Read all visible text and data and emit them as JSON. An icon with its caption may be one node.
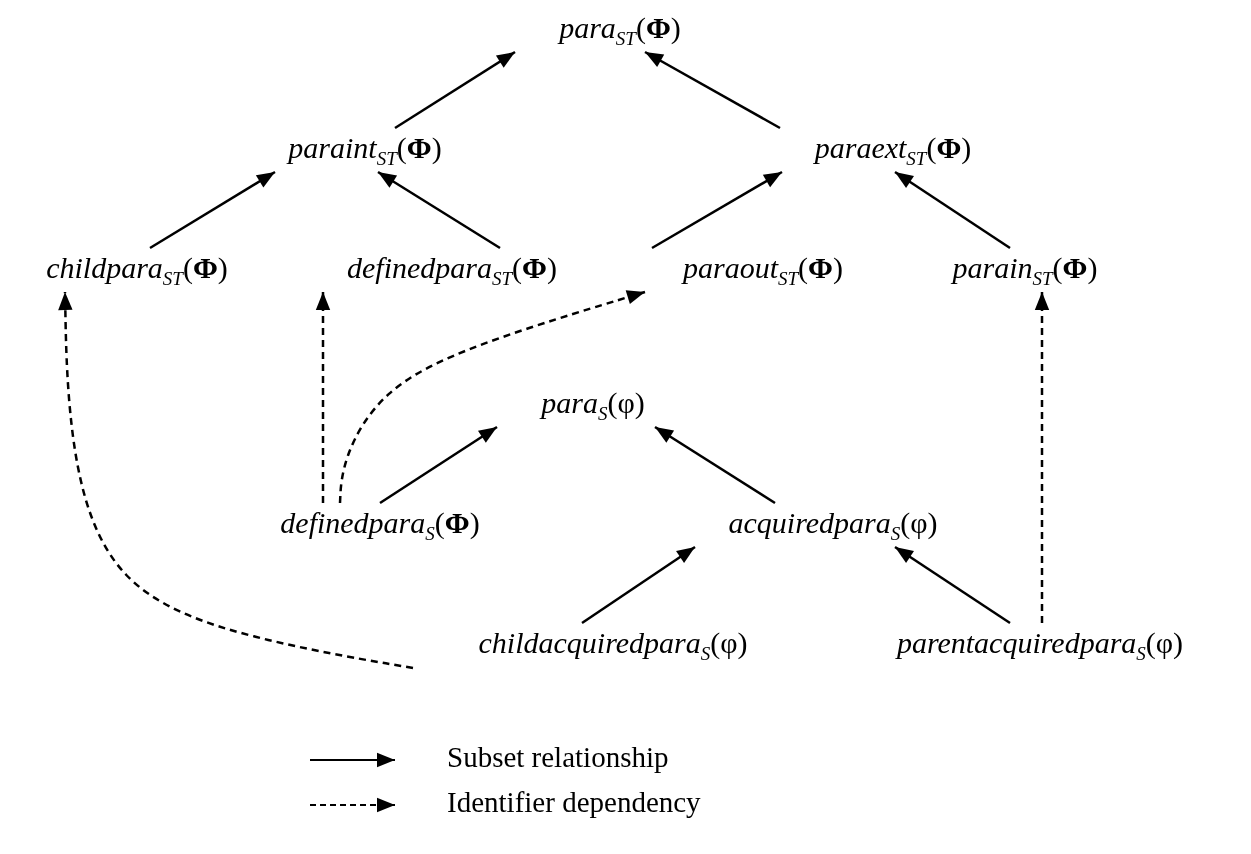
{
  "diagram": {
    "nodes": [
      {
        "text": [
          "*para*$_{ST}$(**Φ**)"
        ]
      },
      {
        "text": [
          "*paraint*$_{ST}$(**Φ**)"
        ]
      },
      {
        "text": [
          "*paraext*$_{ST}$(**Φ**)"
        ]
      },
      {
        "text": [
          "*childpara*$_{ST}$(**Φ**)"
        ]
      },
      {
        "text": [
          "*definedpara*$_{ST}$(**Φ**)"
        ]
      },
      {
        "text": [
          "*paraout*$_{ST}$(**Φ**)"
        ]
      },
      {
        "text": [
          "*parain*$_{ST}$(**Φ**)"
        ]
      },
      {
        "text": [
          "*para*$_{S}$(φ)"
        ]
      },
      {
        "text": [
          "*definedpara*$_{S}$(**Φ**)"
        ]
      },
      {
        "text": [
          "*acquiredpara*$_{S}$(φ)"
        ]
      },
      {
        "text": [
          "*childacquiredpara*$_{S}$(φ)"
        ]
      },
      {
        "text": [
          "*parentacquiredpara*$_{S}$(φ)"
        ]
      }
    ],
    "edges": [
      {
        "from": 1,
        "to": 0,
        "arrow": "to"
      },
      {
        "from": 2,
        "to": 0,
        "arrow": "to"
      },
      {
        "from": 3,
        "to": 1,
        "arrow": "to"
      },
      {
        "from": 4,
        "to": 1,
        "arrow": "to"
      },
      {
        "from": 5,
        "to": 2,
        "arrow": "to"
      },
      {
        "from": 6,
        "to": 2,
        "arrow": "to"
      },
      {
        "from": 8,
        "to": 7,
        "arrow": "to"
      },
      {
        "from": 9,
        "to": 7,
        "arrow": "to"
      },
      {
        "from": 10,
        "to": 9,
        "arrow": "to"
      },
      {
        "from": 11,
        "to": 9,
        "arrow": "to"
      },
      {
        "from": 8,
        "to": 4,
        "arrow": "to",
        "style": "dashed"
      },
      {
        "from": 8,
        "to": 5,
        "arrow": "to",
        "style": "dashed"
      },
      {
        "from": 10,
        "to": 3,
        "arrow": "to",
        "style": "dashed"
      },
      {
        "from": 11,
        "to": 6,
        "arrow": "to",
        "style": "dashed"
      }
    ],
    "legend": [
      {
        "text": "Subset relationship"
      },
      {
        "text": "Identifier dependency"
      }
    ]
  }
}
